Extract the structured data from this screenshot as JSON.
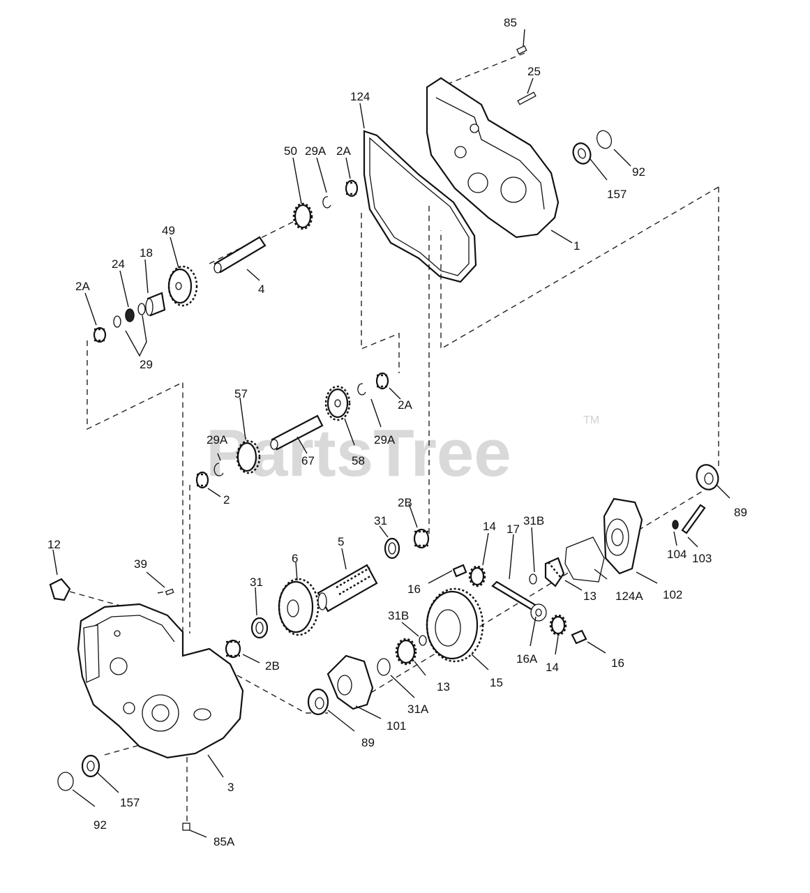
{
  "watermark": {
    "text": "PartsTree",
    "trademark": "TM"
  },
  "callouts": {
    "c85": "85",
    "c25": "25",
    "c124": "124",
    "c50": "50",
    "c29A_top": "29A",
    "c2A_top": "2A",
    "c92_top": "92",
    "c157_top": "157",
    "c1": "1",
    "c49": "49",
    "c24": "24",
    "c18": "18",
    "c4": "4",
    "c2A_left": "2A",
    "c29": "29",
    "c2A_mid": "2A",
    "c29A_mid": "29A",
    "c57": "57",
    "c29A_left": "29A",
    "c67": "67",
    "c58": "58",
    "c2": "2",
    "c89_right": "89",
    "c2B_top": "2B",
    "c31_top": "31",
    "c5": "5",
    "c14_top": "14",
    "c31B_top": "31B",
    "c17": "17",
    "c12": "12",
    "c39": "39",
    "c6": "6",
    "c31_mid": "31",
    "c16_left": "16",
    "c13_right": "13",
    "c124A": "124A",
    "c102": "102",
    "c104": "104",
    "c103": "103",
    "c31B_mid": "31B",
    "c2B_mid": "2B",
    "c13_mid": "13",
    "c15": "15",
    "c16A": "16A",
    "c14_bot": "14",
    "c16_right": "16",
    "c31A": "31A",
    "c101": "101",
    "c89_bot": "89",
    "c3": "3",
    "c157_bot": "157",
    "c92_bot": "92",
    "c85A": "85A"
  }
}
